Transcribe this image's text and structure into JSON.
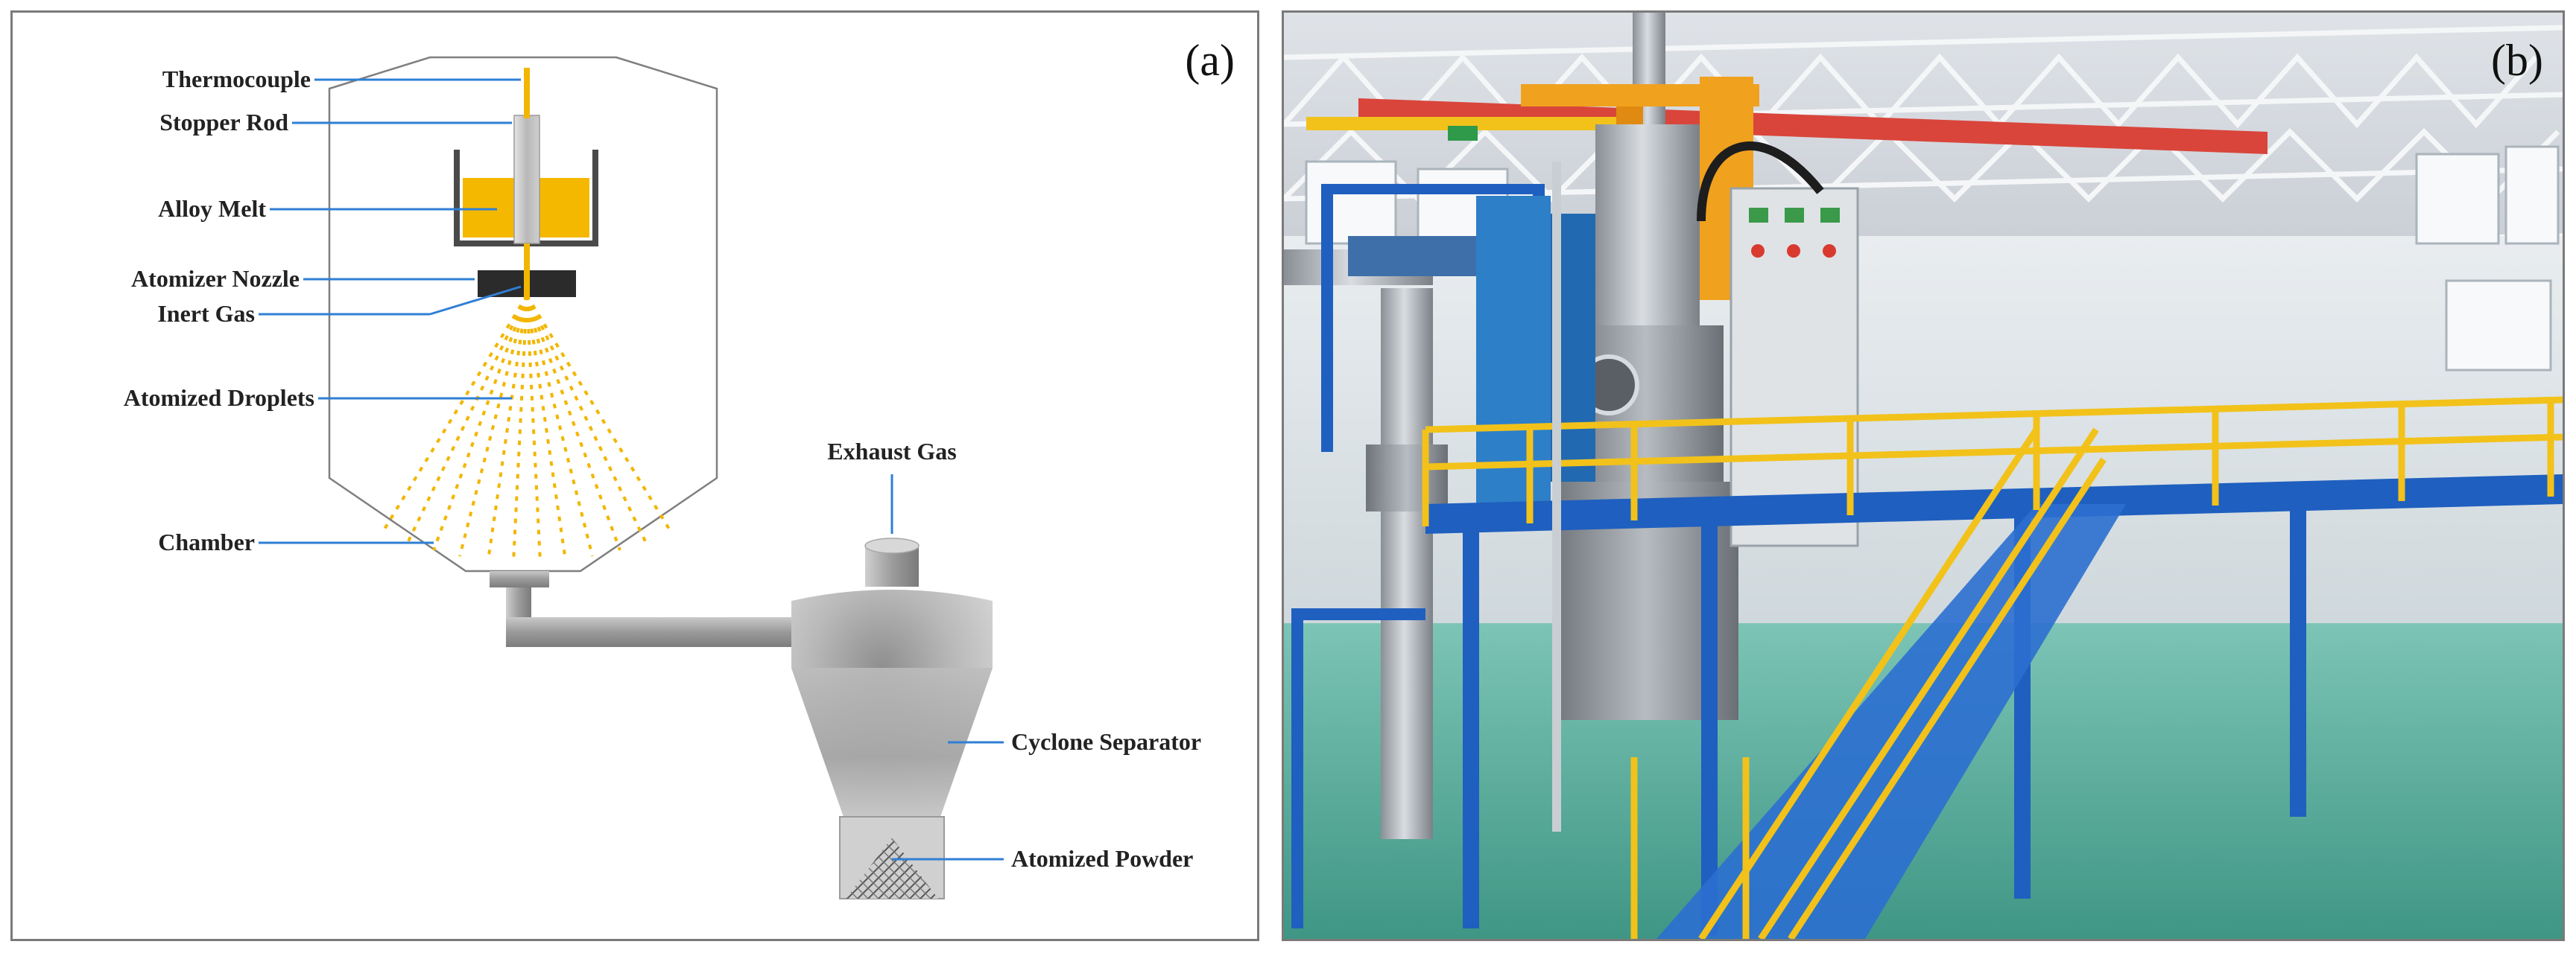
{
  "panel_a": {
    "letter": "(a)",
    "labels": {
      "thermocouple": "Thermocouple",
      "stopper_rod": "Stopper Rod",
      "alloy_melt": "Alloy Melt",
      "atomizer_nozzle": "Atomizer Nozzle",
      "inert_gas": "Inert Gas",
      "atomized_droplets": "Atomized Droplets",
      "chamber": "Chamber",
      "exhaust_gas": "Exhaust Gas",
      "cyclone_separator": "Cyclone Separator",
      "atomized_powder": "Atomized Powder"
    }
  },
  "panel_b": {
    "letter": "(b)"
  },
  "colors": {
    "leader_line": "#2f7fd4",
    "melt": "#f5b800",
    "spray": "#f2b600",
    "platform_blue": "#1f5fbf",
    "railing_yellow": "#f2c21a",
    "crane_orange": "#f0a11e",
    "floor_green": "#5fb3a4"
  }
}
